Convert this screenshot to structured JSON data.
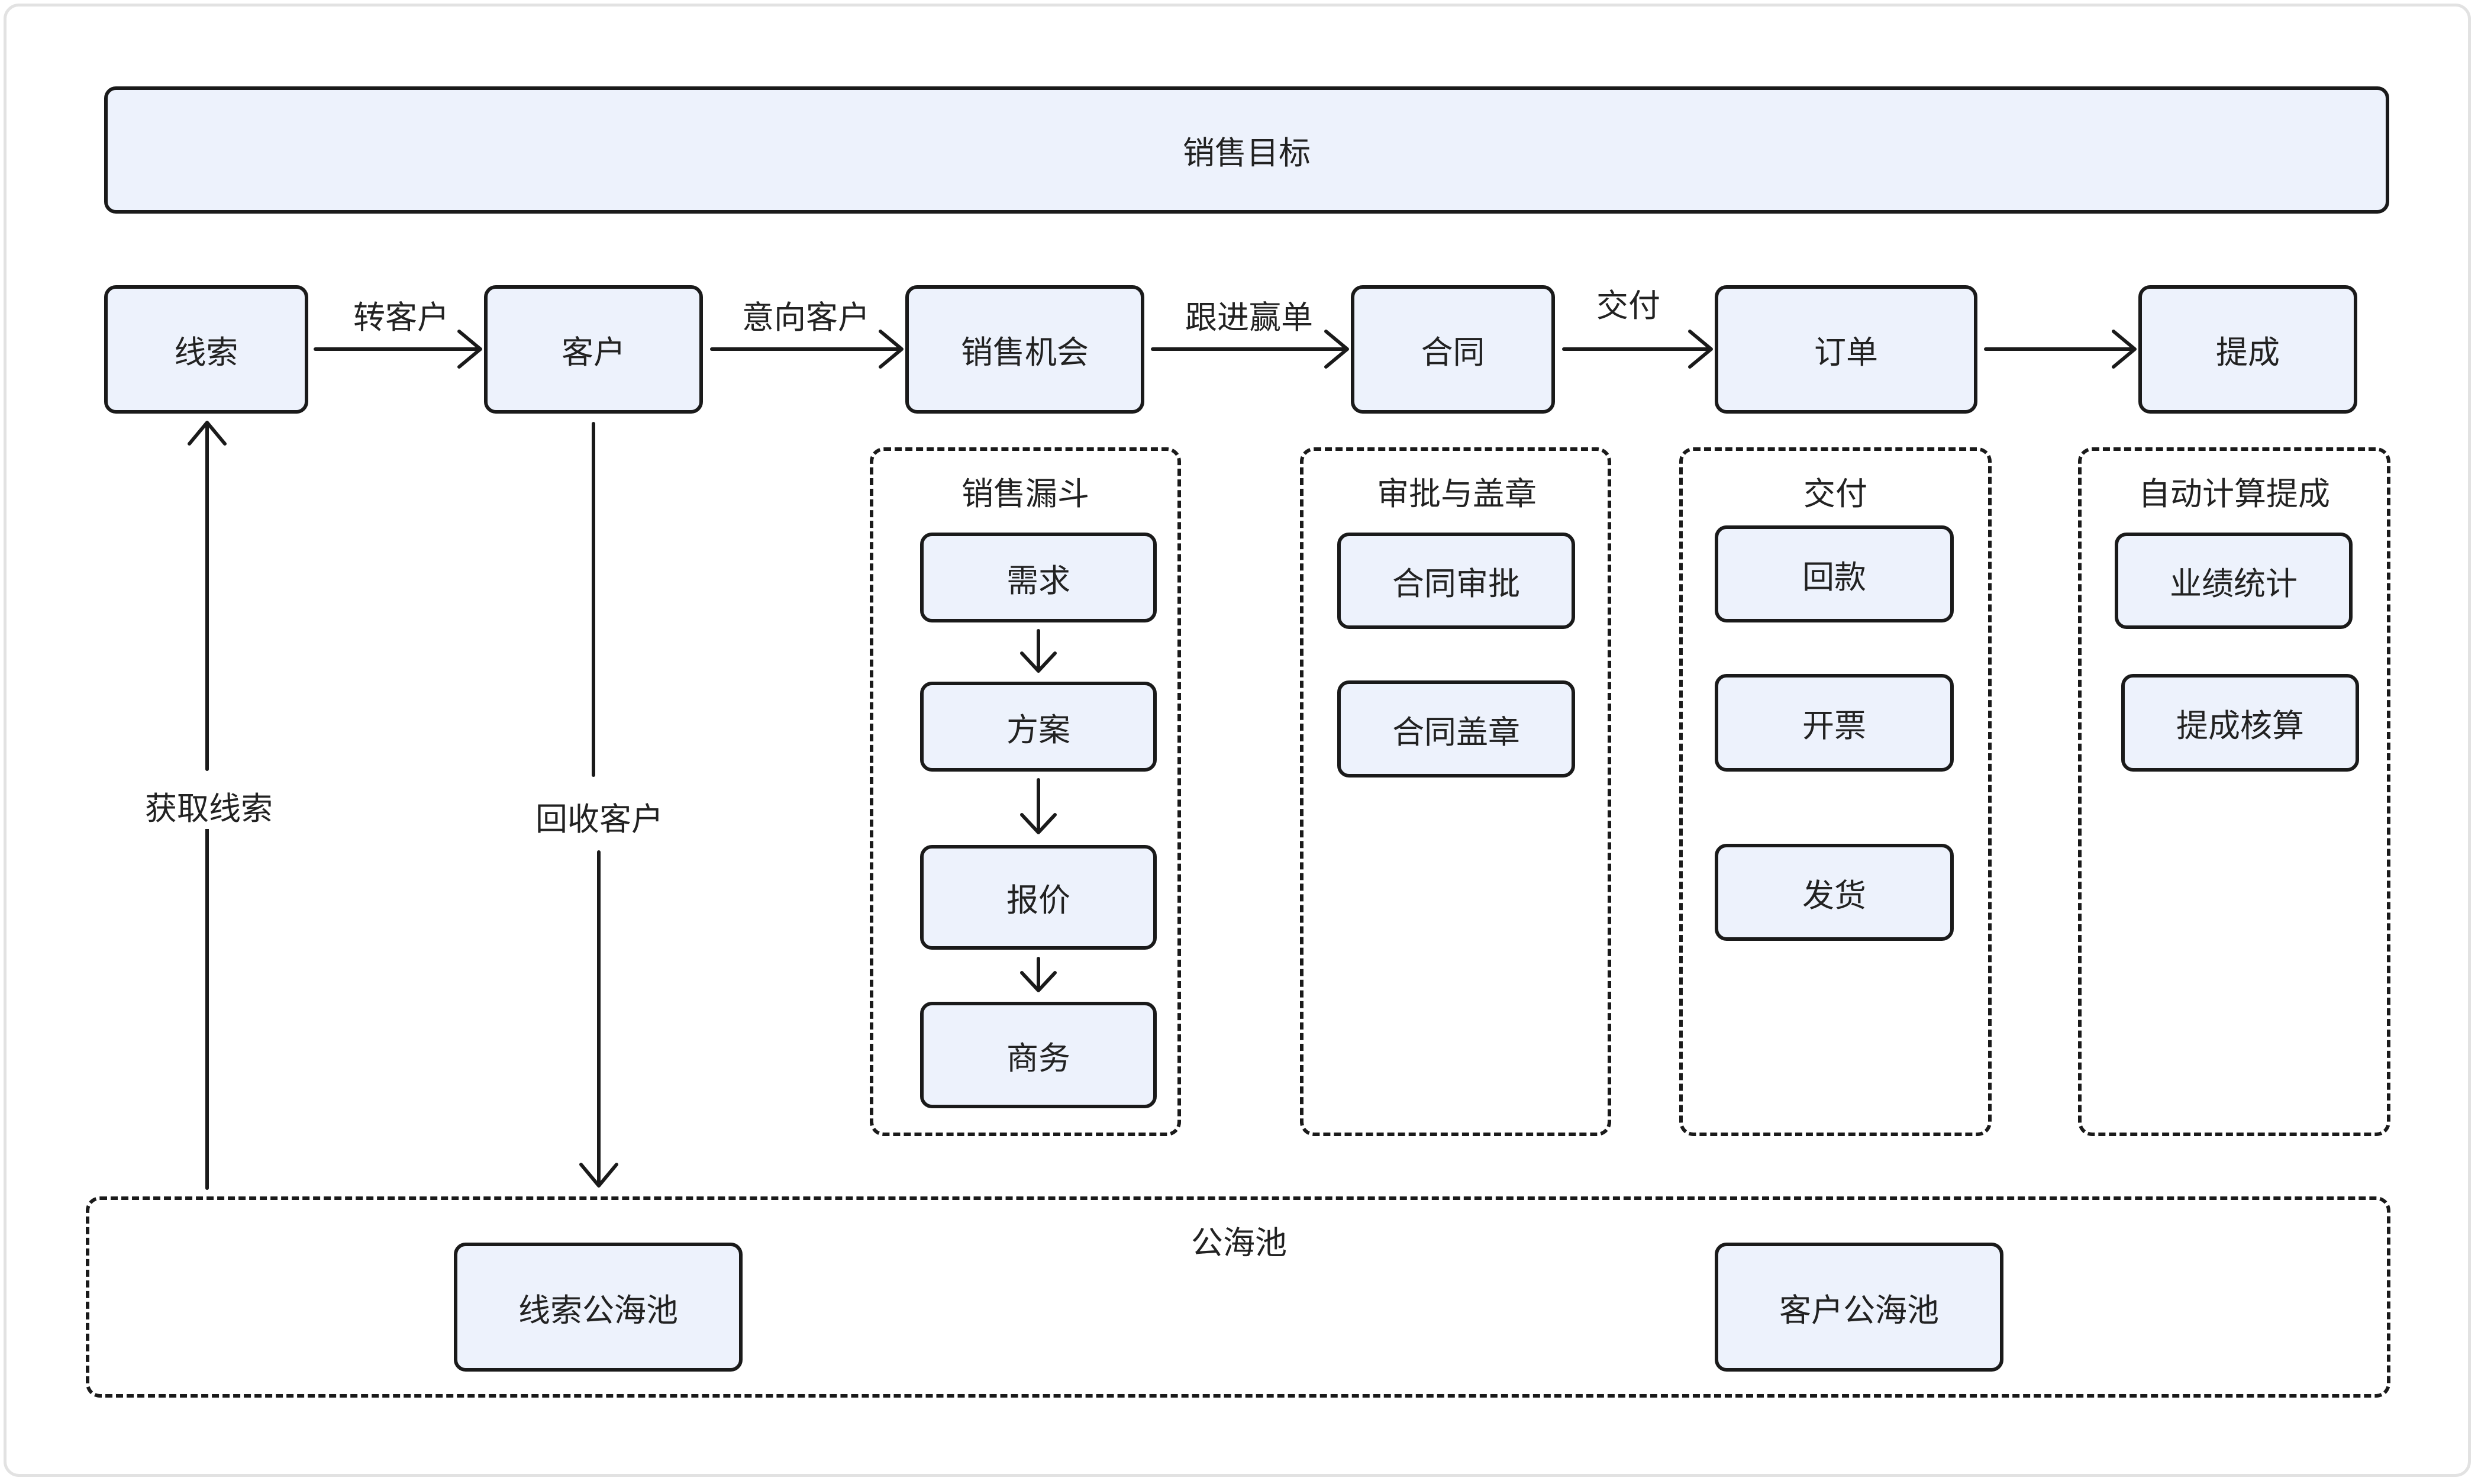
{
  "goal": "销售目标",
  "stages": {
    "lead": "线索",
    "customer": "客户",
    "opportunity": "销售机会",
    "contract": "合同",
    "order": "订单",
    "commission": "提成"
  },
  "edge_labels": {
    "lead_to_customer": "转客户",
    "customer_to_opportunity": "意向客户",
    "opportunity_to_contract": "跟进赢单",
    "contract_to_order": "交付",
    "pool_to_lead": "获取线索",
    "customer_to_pool": "回收客户"
  },
  "funnel": {
    "title": "销售漏斗",
    "steps": [
      "需求",
      "方案",
      "报价",
      "商务"
    ]
  },
  "approval": {
    "title": "审批与盖章",
    "items": [
      "合同审批",
      "合同盖章"
    ]
  },
  "delivery": {
    "title": "交付",
    "items": [
      "回款",
      "开票",
      "发货"
    ]
  },
  "auto_commission": {
    "title": "自动计算提成",
    "items": [
      "业绩统计",
      "提成核算"
    ]
  },
  "pool": {
    "title": "公海池",
    "lead_pool": "线索公海池",
    "customer_pool": "客户公海池"
  }
}
